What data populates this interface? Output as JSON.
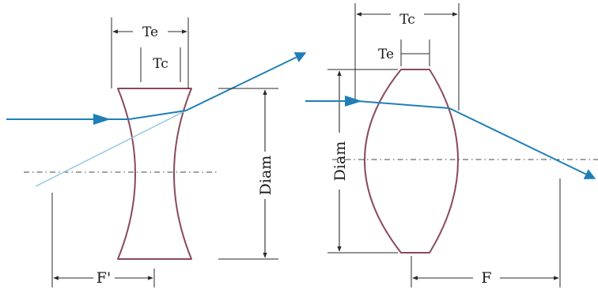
{
  "colors": {
    "lens_outline": "#8a4a5a",
    "ray": "#1f7fb6",
    "virtual_ray": "#8ec7df",
    "line": "#2a2a2a"
  },
  "concave_lens": {
    "label_te": "Te",
    "label_tc": "Tc",
    "label_diam": "Diam",
    "label_focal": "F'"
  },
  "convex_lens": {
    "label_tc": "Tc",
    "label_te": "Te",
    "label_diam": "Diam",
    "label_focal": "F"
  }
}
